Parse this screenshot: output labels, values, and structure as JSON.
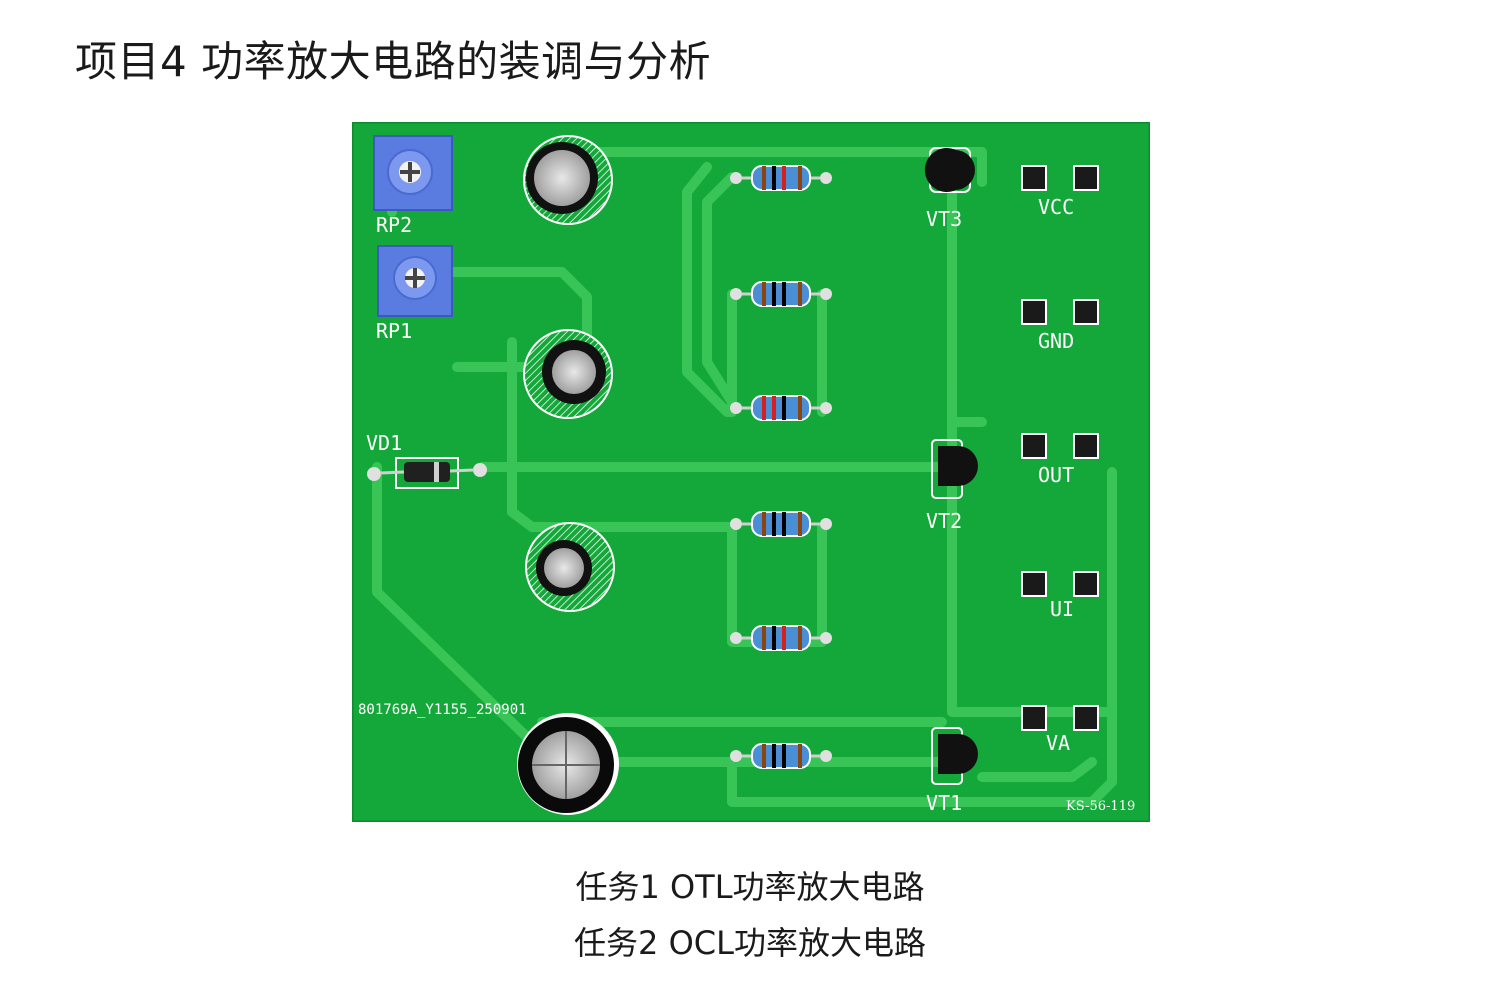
{
  "title": "项目4 功率放大电路的装调与分析",
  "board": {
    "labels": {
      "rp2": "RP2",
      "rp1": "RP1",
      "vd1": "VD1",
      "vt3": "VT3",
      "vt2": "VT2",
      "vt1": "VT1",
      "vcc": "VCC",
      "gnd": "GND",
      "out": "OUT",
      "ui": "UI",
      "va": "VA",
      "serial": "801769A_Y1155_250901",
      "model": "KS-56-119"
    },
    "colors": {
      "pcb": "#14a83a",
      "trace": "#3cc85a",
      "silkscreen": "#ffffff",
      "potentiometer": "#5a7be0"
    }
  },
  "captions": [
    "任务1 OTL功率放大电路",
    "任务2 OCL功率放大电路"
  ]
}
